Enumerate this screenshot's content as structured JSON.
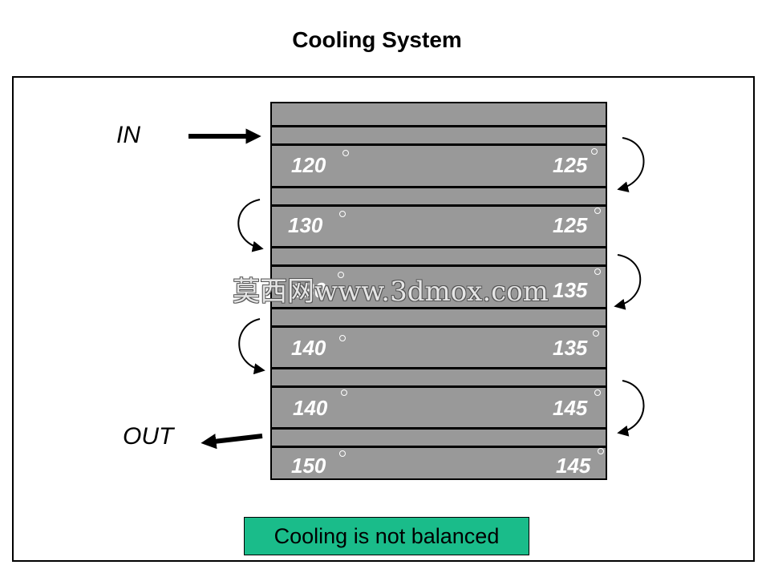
{
  "title": "Cooling System",
  "in_label": "IN",
  "out_label": "OUT",
  "status": "Cooling is not balanced",
  "watermark": "莫西网www.3dmox.com",
  "colors": {
    "stack": "#999999",
    "status_box": "#1abc8a",
    "lines": "#000000",
    "temp_text": "#ffffff"
  },
  "rows": [
    {
      "left": "120",
      "right": "125"
    },
    {
      "left": "130",
      "right": "125"
    },
    {
      "left": "130",
      "right": "135"
    },
    {
      "left": "140",
      "right": "135"
    },
    {
      "left": "140",
      "right": "145"
    },
    {
      "left": "150",
      "right": "145"
    }
  ]
}
